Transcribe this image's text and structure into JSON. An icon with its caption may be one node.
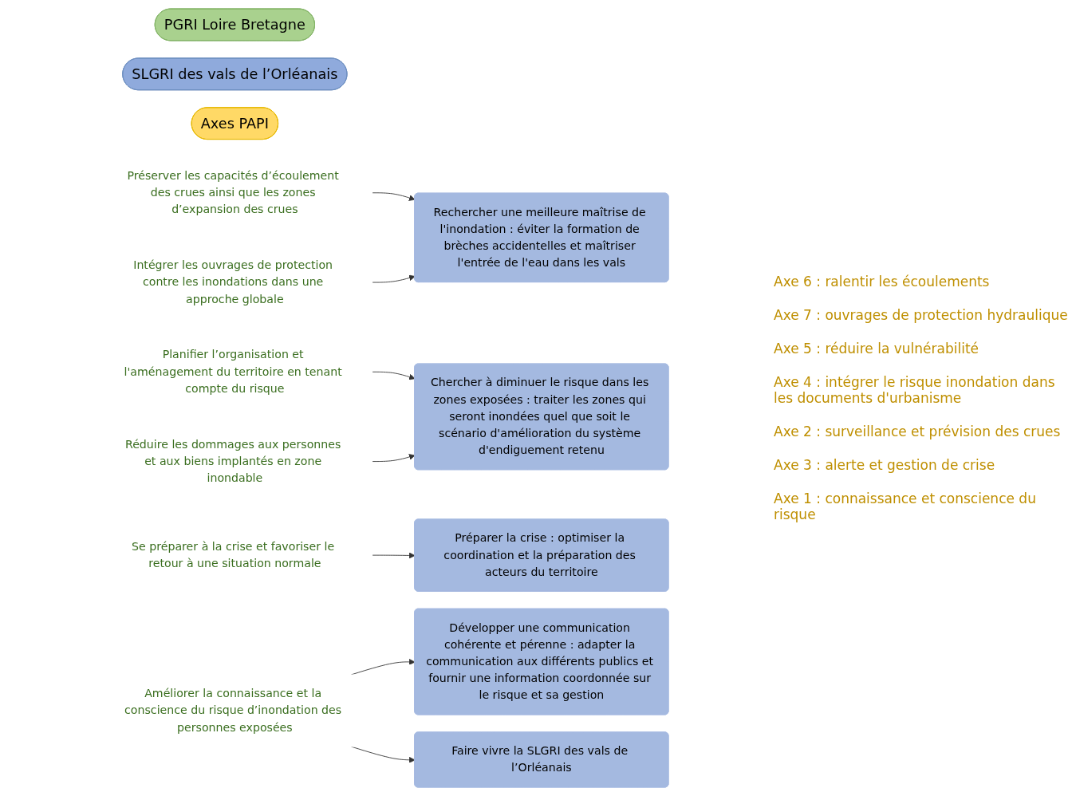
{
  "diagram": {
    "nodes": [
      {
        "text": [
          "PGRI Loire Bretagne"
        ]
      },
      {
        "text": [
          "SLGRI des vals de l’Orléanais"
        ]
      },
      {
        "text": [
          "Axes PAPI"
        ]
      },
      {
        "text": [
          "Préserver les capacités d’écoulement des crues ainsi que les zones d’expansion des crues"
        ]
      },
      {
        "text": [
          "Rechercher une meilleure maîtrise de l'inondation : éviter la formation de brèches accidentelles et maîtriser l'entrée de l'eau dans les vals"
        ]
      },
      {
        "text": [
          "Intégrer les ouvrages de protection contre les inondations dans une approche globale"
        ]
      },
      {
        "text": [
          "Planifier l’organisation et l'aménagement du territoire en tenant compte du risque"
        ]
      },
      {
        "text": [
          "Chercher à diminuer le risque dans les zones exposées : traiter les zones qui seront inondées quel que soit le scénario d'amélioration du système d'endiguement retenu"
        ]
      },
      {
        "text": [
          "Réduire les dommages aux personnes et aux biens implantés en zone inondable"
        ]
      },
      {
        "text": [
          "Se préparer à la crise et favoriser le retour à une situation normale"
        ]
      },
      {
        "text": [
          "Préparer la crise : optimiser la coordination et la préparation des acteurs du territoire"
        ]
      },
      {
        "text": [
          "Améliorer la connaissance et la conscience du risque d’inondation des personnes exposées"
        ]
      },
      {
        "text": [
          "Développer une communication cohérente et pérenne : adapter la communication aux différents publics et fournir une information coordonnée sur le risque et sa gestion"
        ]
      },
      {
        "text": [
          "Faire vivre la SLGRI des vals de l’Orléanais"
        ]
      }
    ],
    "edges": [
      {
        "from": 3,
        "to": 4,
        "arrow": "to"
      },
      {
        "from": 5,
        "to": 4,
        "arrow": "to"
      },
      {
        "from": 6,
        "to": 7,
        "arrow": "to"
      },
      {
        "from": 8,
        "to": 7,
        "arrow": "to"
      },
      {
        "from": 9,
        "to": 10,
        "arrow": "to"
      },
      {
        "from": 11,
        "to": 12,
        "arrow": "to"
      },
      {
        "from": 11,
        "to": 13,
        "arrow": "to"
      }
    ],
    "labels": [
      "Axe 6 : ralentir les écoulements",
      "Axe 7 : ouvrages de protection hydraulique",
      "Axe 5 : réduire la vulnérabilité",
      "Axe 4 : intégrer le risque inondation dans les documents d'urbanisme",
      "Axe 2 : surveillance et prévision des crues",
      "Axe 3 : alerte et gestion de crise",
      "Axe 1 : connaissance et conscience du risque"
    ]
  }
}
